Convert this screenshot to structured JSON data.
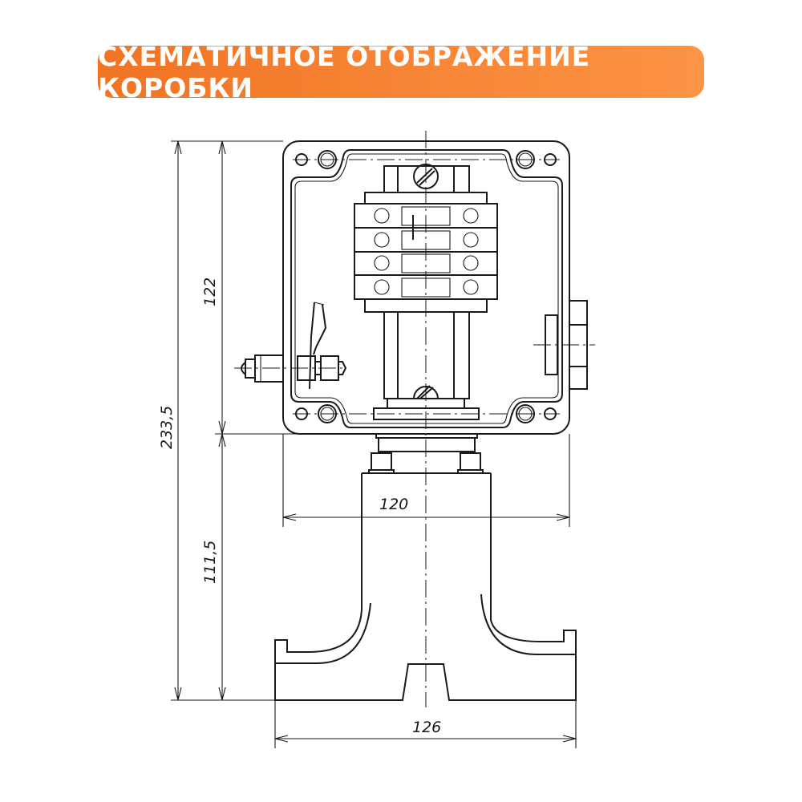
{
  "header": {
    "title": "СХЕМАТИЧНОЕ ОТОБРАЖЕНИЕ КОРОБКИ",
    "accent_start": "#f07424",
    "accent_end": "#fd9445"
  },
  "dimensions": {
    "total_height": "233,5",
    "box_height": "122",
    "stand_height": "111,5",
    "box_width": "120",
    "base_width": "126"
  }
}
